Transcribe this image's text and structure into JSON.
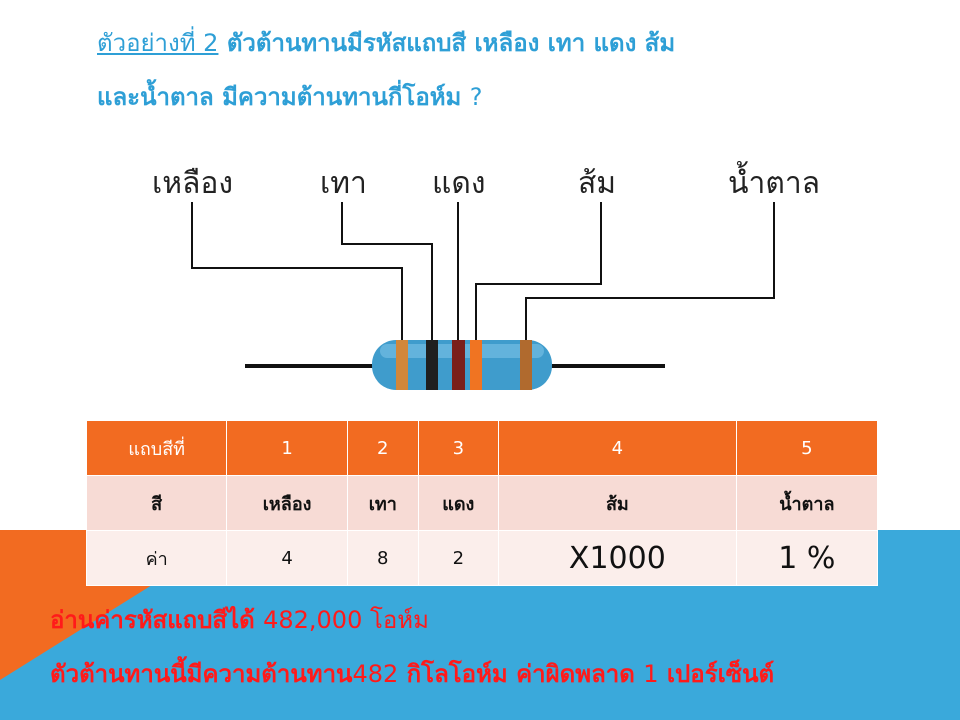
{
  "title": {
    "example_label": "ตัวอย่างที่ 2",
    "line1_rest": "ตัวต้านทานมีรหัสแถบสี เหลือง เทา แดง ส้ม",
    "line2": "และน้ำตาล มีความต้านทานกี่โอห์ม",
    "question_mark": "?"
  },
  "figure": {
    "labels": [
      "เหลือง",
      "เทา",
      "แดง",
      "ส้ม",
      "น้ำตาล"
    ],
    "band_colors": [
      "#d2873a",
      "#1f1f1f",
      "#7a1f1a",
      "#f07422",
      "#b06a2e"
    ],
    "body_color": "#3f9ccc"
  },
  "table": {
    "header": [
      "แถบสีที่",
      "1",
      "2",
      "3",
      "4",
      "5"
    ],
    "colors_row": [
      "สี",
      "เหลือง",
      "เทา",
      "แดง",
      "ส้ม",
      "น้ำตาล"
    ],
    "values_row": [
      "ค่า",
      "4",
      "8",
      "2",
      "X1000",
      "1 %"
    ]
  },
  "result": {
    "line1_text": "อ่านค่ารหัสแถบสีได้",
    "line1_value": "482,000 โอห์ม",
    "line2_text": "ตัวต้านทานนี้มีความต้านทาน",
    "line2_value": "482",
    "line2_rest": "กิโลโอห์ม ค่าผิดพลาด",
    "line2_pct": "1",
    "line2_end": "เปอร์เซ็นต์"
  },
  "colors": {
    "accent_blue": "#2e9fd6",
    "accent_orange": "#f26b21",
    "result_red": "#ff1a1a"
  }
}
